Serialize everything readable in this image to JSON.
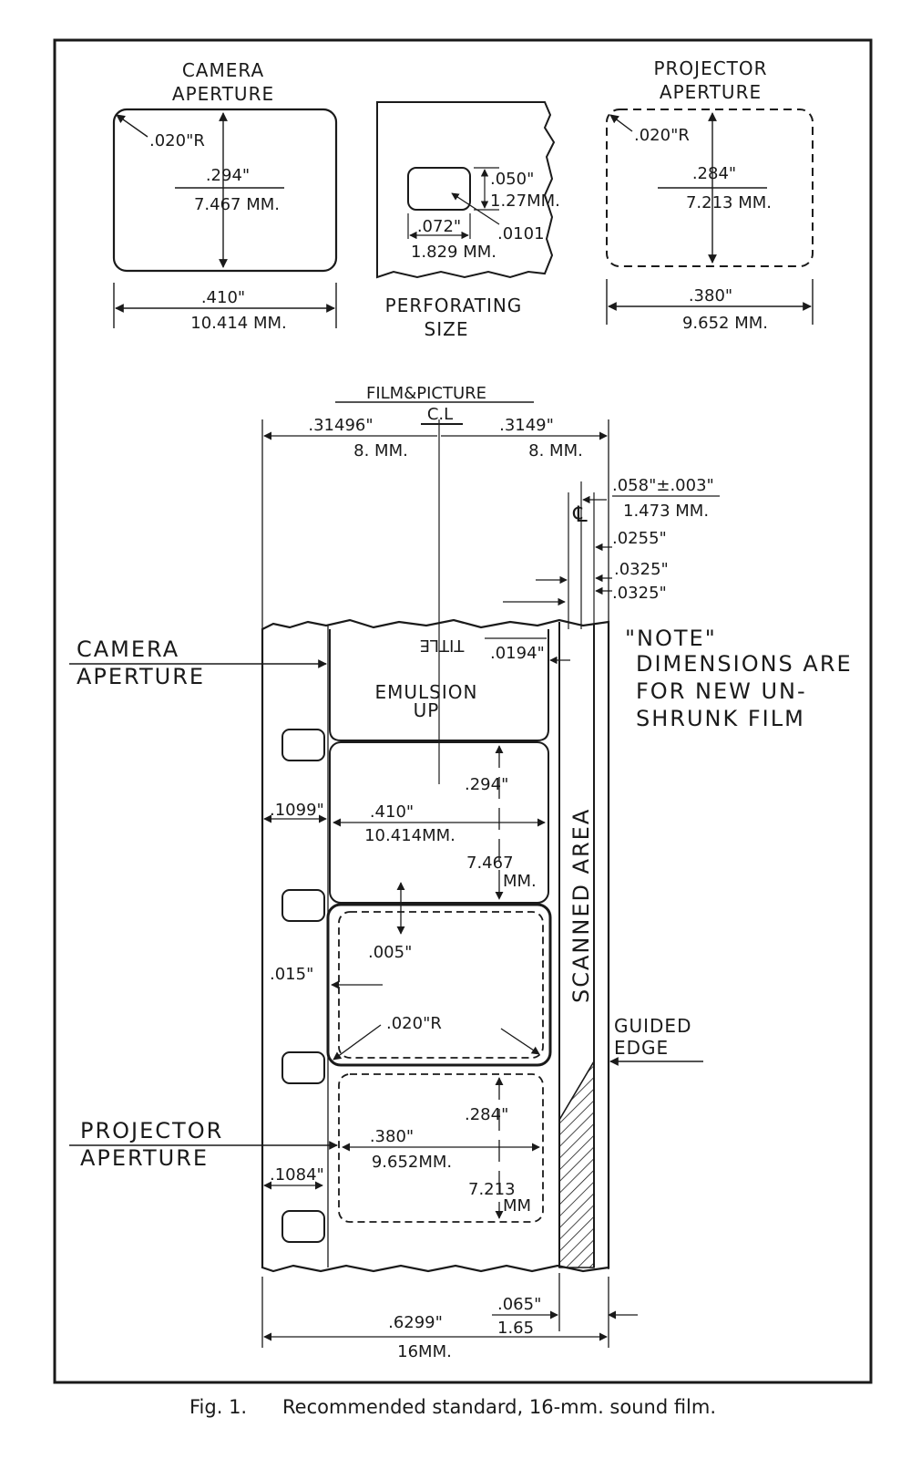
{
  "figure": {
    "caption_label": "Fig. 1.",
    "caption_text": "Recommended standard, 16-mm. sound film.",
    "camera_aperture_box": {
      "title_line1": "CAMERA",
      "title_line2": "APERTURE",
      "radius": ".020\"R",
      "height_in": ".294\"",
      "height_mm": "7.467 MM.",
      "width_in": ".410\"",
      "width_mm": "10.414 MM."
    },
    "perforating_box": {
      "height_in": ".050\"",
      "height_mm": "1.27MM.",
      "radius": ".0101",
      "width_in": ".072\"",
      "width_mm": "1.829 MM.",
      "title_line1": "PERFORATING",
      "title_line2": "SIZE"
    },
    "projector_aperture_box": {
      "title_line1": "PROJECTOR",
      "title_line2": "APERTURE",
      "radius": ".020\"R",
      "height_in": ".284\"",
      "height_mm": "7.213 MM.",
      "width_in": ".380\"",
      "width_mm": "9.652 MM."
    },
    "film": {
      "centerline_label": "FILM&PICTURE",
      "centerline_symbol": "C.L",
      "left_half_in": ".31496\"",
      "left_half_mm": "8. MM.",
      "right_half_in": ".3149\"",
      "right_half_mm": "8. MM.",
      "track_offset_in": ".058\"±.003\"",
      "track_offset_mm": "1.473 MM.",
      "track_cl_symbol": "℄",
      "dim_0255": ".0255\"",
      "dim_0325_a": ".0325\"",
      "dim_0325_b": ".0325\"",
      "dim_0194": ".0194\"",
      "title_text": "TITLE",
      "emulsion_line1": "EMULSION",
      "emulsion_line2": "UP",
      "frame_height_in": ".294\"",
      "frame_width_in": ".410\"",
      "frame_width_mm": "10.414MM.",
      "frame_height_mm_value": "7.467",
      "frame_height_mm_unit": "MM.",
      "edge_to_frame": ".1099\"",
      "frame_gap": ".005\"",
      "proj_inset": ".015\"",
      "corner_radius": ".020\"R",
      "proj_height_in": ".284\"",
      "proj_width_in": ".380\"",
      "proj_width_mm": "9.652MM.",
      "proj_height_mm_value": "7.213",
      "proj_height_mm_unit": "MM",
      "edge_to_proj": ".1084\"",
      "scanned_area": "SCANNED AREA",
      "guided_edge_line1": "GUIDED",
      "guided_edge_line2": "EDGE",
      "camera_aperture_line1": "CAMERA",
      "camera_aperture_line2": "APERTURE",
      "projector_aperture_line1": "PROJECTOR",
      "projector_aperture_line2": "APERTURE",
      "note_line1": "\"NOTE\"",
      "note_line2": "DIMENSIONS ARE",
      "note_line3": "FOR NEW UN-",
      "note_line4": "SHRUNK FILM",
      "total_width_in": ".6299\"",
      "total_width_mm": "16MM.",
      "edge_track_in": ".065\"",
      "edge_track_mm": "1.65"
    }
  }
}
